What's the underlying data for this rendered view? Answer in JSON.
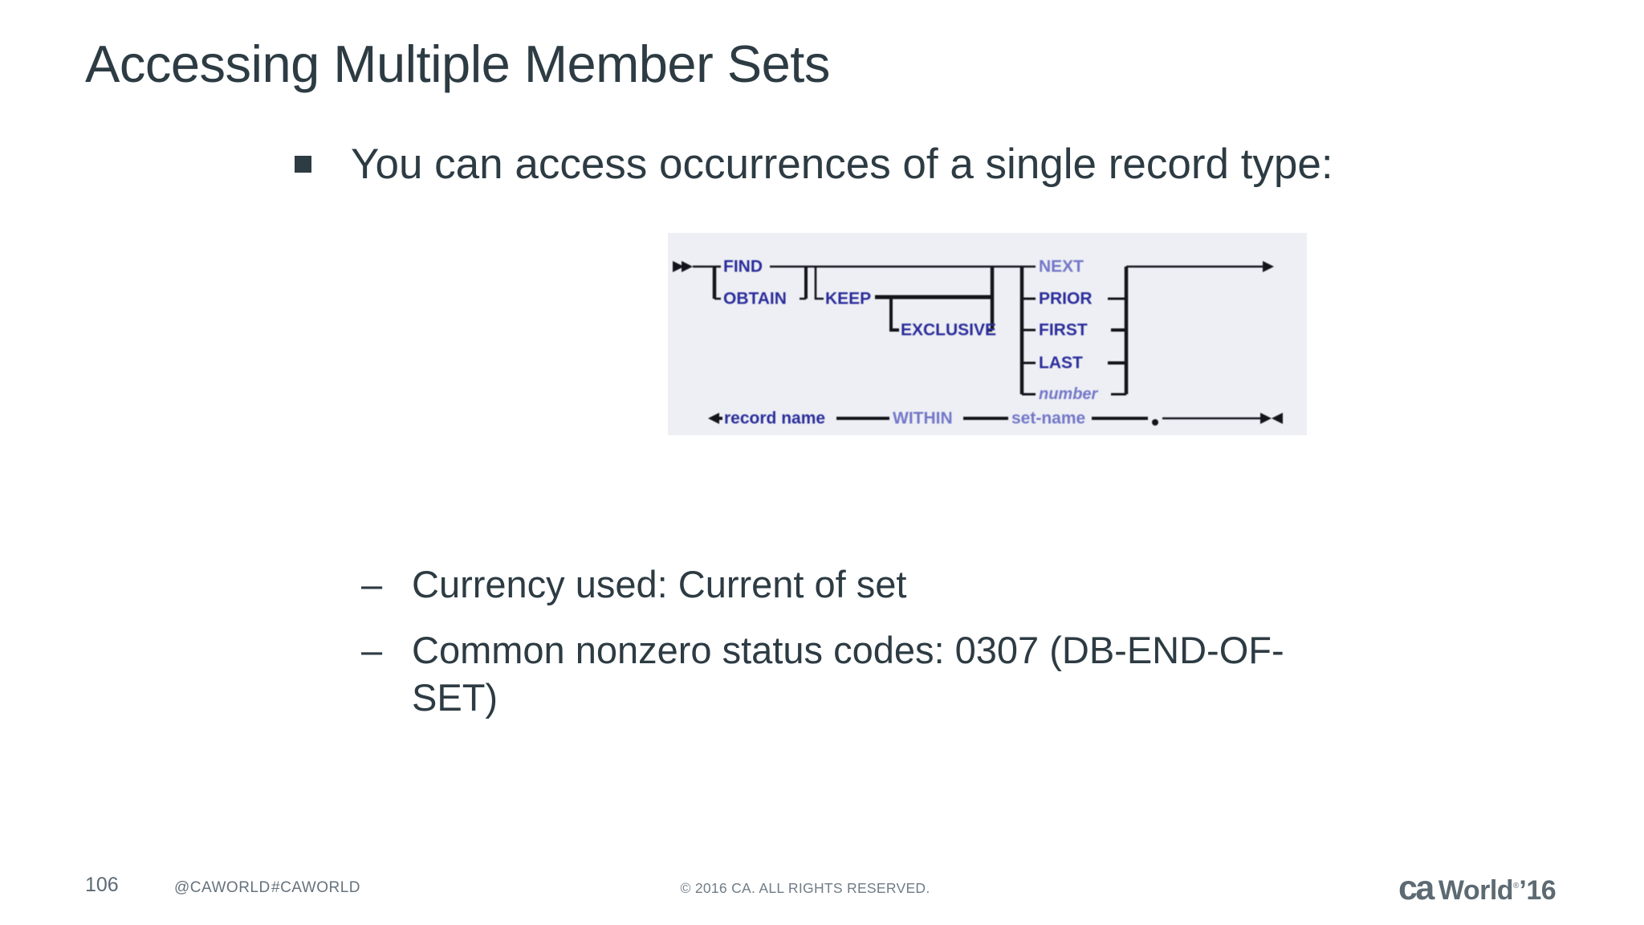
{
  "slide": {
    "title": "Accessing Multiple Member Sets",
    "bullet": "You can access occurrences of a single record type:",
    "dash_marker": "–",
    "sub_bullets": [
      "Currency used: Current of set",
      "Common nonzero status codes: 0307 (DB-END-OF-SET)"
    ]
  },
  "diagram": {
    "description": "syntax-railroad-diagram",
    "labels": {
      "find": "FIND",
      "obtain": "OBTAIN",
      "keep": "KEEP",
      "exclusive": "EXCLUSIVE",
      "next": "NEXT",
      "prior": "PRIOR",
      "first": "FIRST",
      "last": "LAST",
      "number": "number",
      "record_name": "record name",
      "within": "WITHIN",
      "set_name": "set-name",
      "period": "."
    },
    "colors": {
      "keyword_blue": "#2b2d9b",
      "keyword_light_blue": "#7377c8",
      "line_black": "#14141c",
      "background": "#edeff4"
    }
  },
  "footer": {
    "page_number": "106",
    "social_1": "@CAWORLD",
    "social_2": "#CAWORLD",
    "copyright": "© 2016 CA. ALL RIGHTS RESERVED.",
    "logo_ca": "ca",
    "logo_world": "World",
    "logo_reg": "®",
    "logo_year": "’16"
  },
  "theme": {
    "text_dark": "#2d3b43",
    "footer_gray": "#66727c",
    "logo_gray": "#5d6a73"
  }
}
